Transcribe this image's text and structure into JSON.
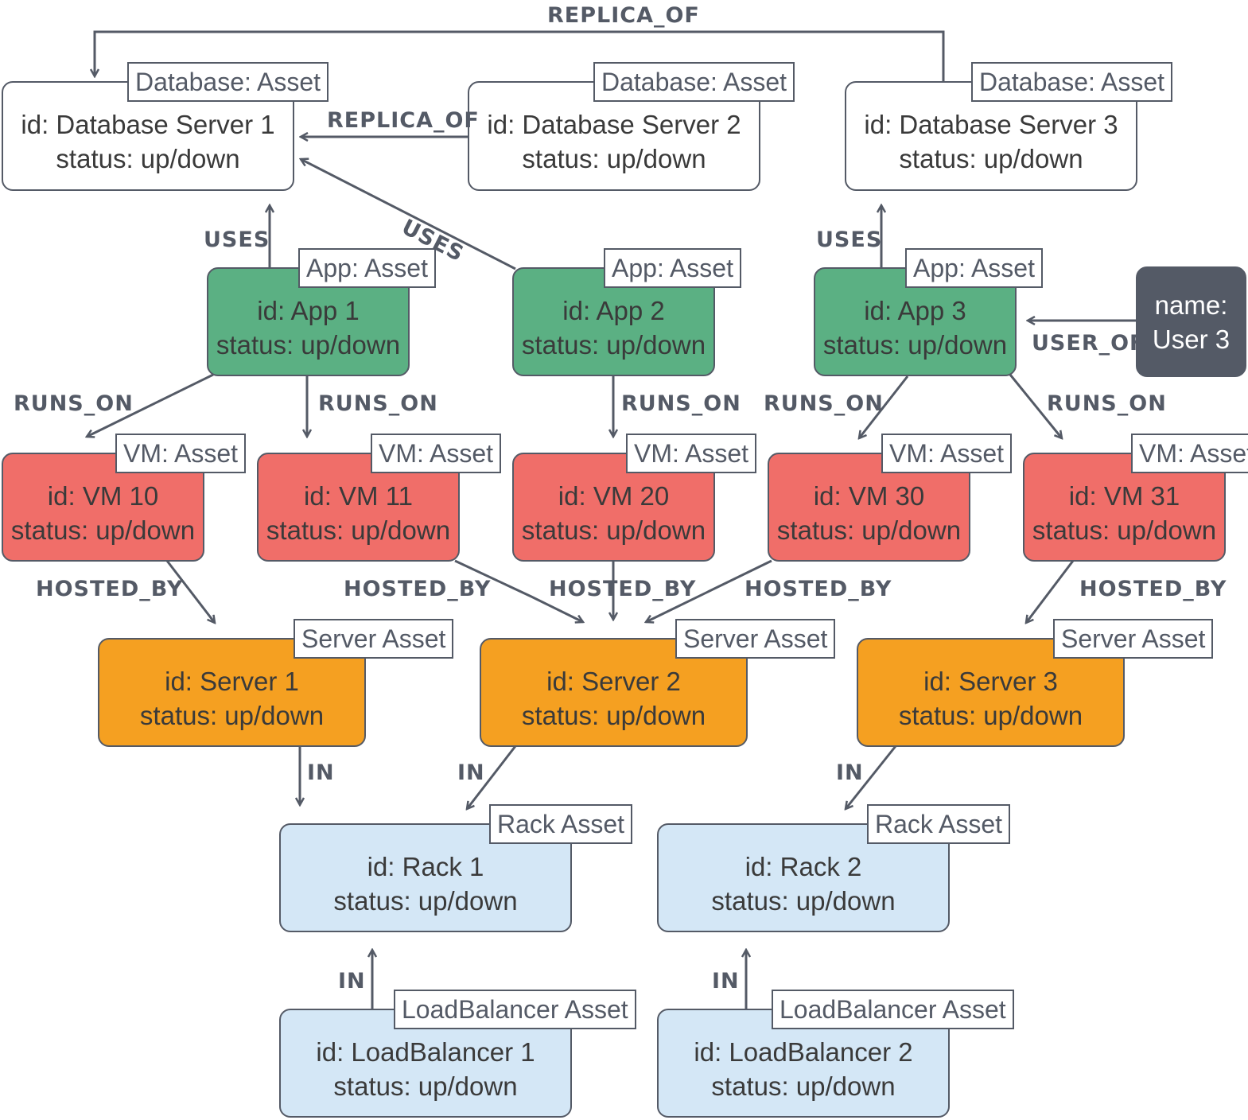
{
  "nodes": {
    "db1": {
      "tag": "Database: Asset",
      "id": "id: Database Server 1",
      "status": "status: up/down"
    },
    "db2": {
      "tag": "Database: Asset",
      "id": "id: Database Server 2",
      "status": "status: up/down"
    },
    "db3": {
      "tag": "Database: Asset",
      "id": "id: Database Server 3",
      "status": "status: up/down"
    },
    "app1": {
      "tag": "App: Asset",
      "id": "id: App 1",
      "status": "status: up/down"
    },
    "app2": {
      "tag": "App: Asset",
      "id": "id: App 2",
      "status": "status: up/down"
    },
    "app3": {
      "tag": "App: Asset",
      "id": "id: App 3",
      "status": "status: up/down"
    },
    "user3": {
      "line1": "name:",
      "line2": "User 3"
    },
    "vm10": {
      "tag": "VM: Asset",
      "id": "id: VM 10",
      "status": "status: up/down"
    },
    "vm11": {
      "tag": "VM: Asset",
      "id": "id: VM 11",
      "status": "status: up/down"
    },
    "vm20": {
      "tag": "VM: Asset",
      "id": "id: VM 20",
      "status": "status: up/down"
    },
    "vm30": {
      "tag": "VM: Asset",
      "id": "id: VM 30",
      "status": "status: up/down"
    },
    "vm31": {
      "tag": "VM: Asset",
      "id": "id: VM 31",
      "status": "status: up/down"
    },
    "server1": {
      "tag": "Server Asset",
      "id": "id: Server 1",
      "status": "status: up/down"
    },
    "server2": {
      "tag": "Server Asset",
      "id": "id: Server 2",
      "status": "status: up/down"
    },
    "server3": {
      "tag": "Server Asset",
      "id": "id: Server 3",
      "status": "status: up/down"
    },
    "rack1": {
      "tag": "Rack Asset",
      "id": "id: Rack 1",
      "status": "status: up/down"
    },
    "rack2": {
      "tag": "Rack Asset",
      "id": "id: Rack 2",
      "status": "status: up/down"
    },
    "lb1": {
      "tag": "LoadBalancer Asset",
      "id": "id: LoadBalancer 1",
      "status": "status: up/down"
    },
    "lb2": {
      "tag": "LoadBalancer Asset",
      "id": "id: LoadBalancer 2",
      "status": "status: up/down"
    }
  },
  "edges": {
    "db3_db1": "REPLICA_OF",
    "db2_db1": "REPLICA_OF",
    "app1_db1": "USES",
    "app2_db1": "USES",
    "app3_db3": "USES",
    "user3_app3": "USER_OF",
    "app1_vm10": "RUNS_ON",
    "app1_vm11": "RUNS_ON",
    "app2_vm20": "RUNS_ON",
    "app3_vm30": "RUNS_ON",
    "app3_vm31": "RUNS_ON",
    "vm10_server1": "HOSTED_BY",
    "vm11_server2": "HOSTED_BY",
    "vm20_server2": "HOSTED_BY",
    "vm30_server2": "HOSTED_BY",
    "vm31_server3": "HOSTED_BY",
    "server1_rack1": "IN",
    "server2_rack1": "IN",
    "server3_rack2": "IN",
    "lb1_rack1": "IN",
    "lb2_rack2": "IN"
  },
  "colors": {
    "db": "#ffffff",
    "app": "#5bb083",
    "vm": "#f06e69",
    "server": "#f5a021",
    "rack": "#d4e7f6",
    "loadbalancer": "#d4e7f6",
    "user": "#545a66",
    "line": "#545a66"
  }
}
